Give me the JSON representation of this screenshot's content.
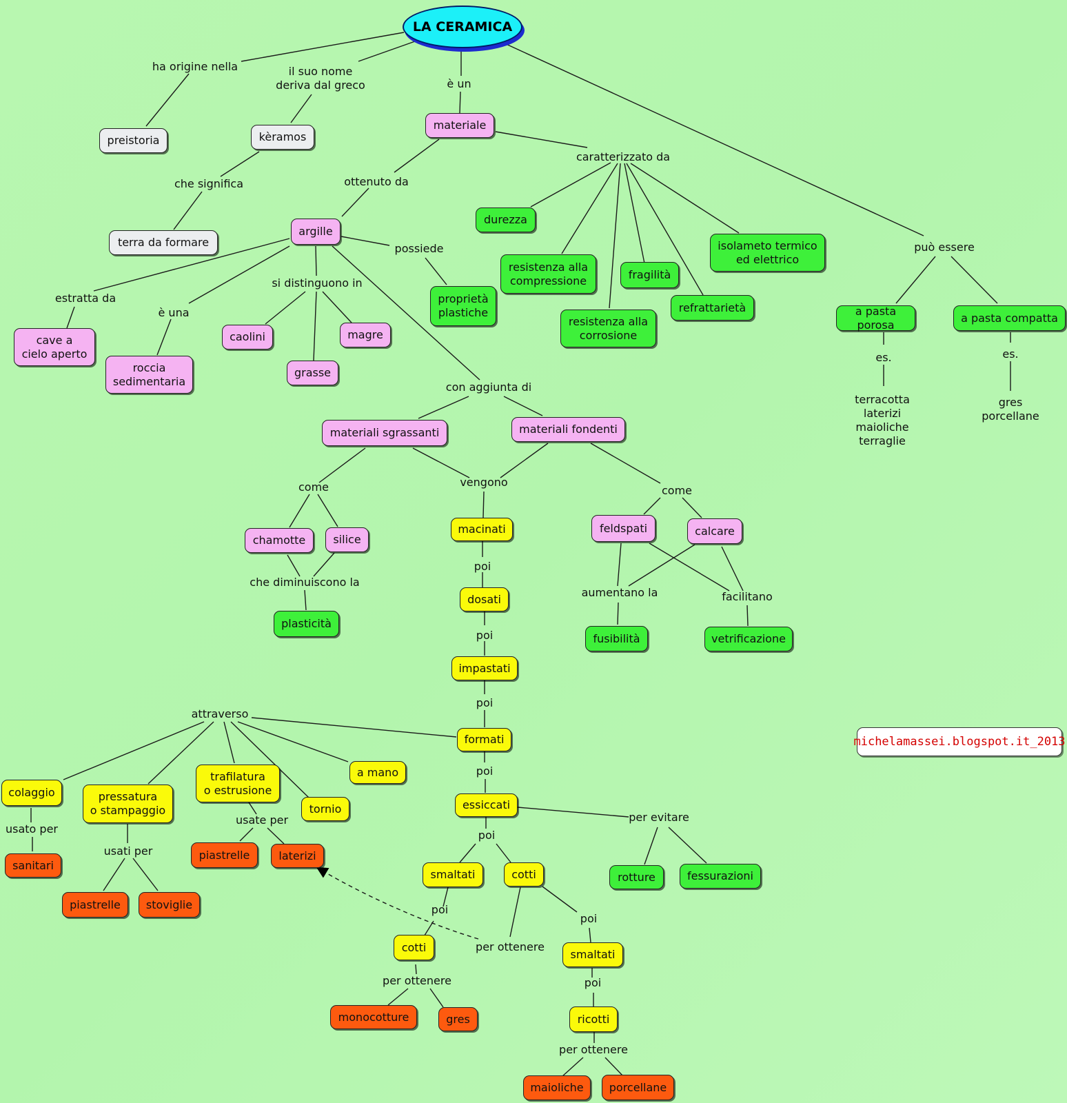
{
  "root": "LA CERAMICA",
  "nodes": {
    "preistoria": "preistoria",
    "keramos": "kèramos",
    "terra_da_formare": "terra da formare",
    "materiale": "materiale",
    "argille": "argille",
    "durezza": "durezza",
    "resistenza_compressione": "resistenza alla\ncompressione",
    "resistenza_corrosione": "resistenza alla\ncorrosione",
    "fragilita": "fragilità",
    "refrattarieta": "refrattarietà",
    "isolamento": "isolameto termico\ned elettrico",
    "proprieta_plastiche": "proprietà\nplastiche",
    "cave": "cave a\ncielo aperto",
    "roccia": "roccia\nsedimentaria",
    "caolini": "caolini",
    "magre": "magre",
    "grasse": "grasse",
    "pasta_porosa": "a pasta porosa",
    "pasta_compatta": "a pasta compatta",
    "materiali_sgrassanti": "materiali sgrassanti",
    "materiali_fondenti": "materiali fondenti",
    "chamotte": "chamotte",
    "silice": "silice",
    "plasticita": "plasticità",
    "macinati": "macinati",
    "dosati": "dosati",
    "impastati": "impastati",
    "formati": "formati",
    "essiccati": "essiccati",
    "feldspati": "feldspati",
    "calcare": "calcare",
    "fusibilita": "fusibilità",
    "vetrificazione": "vetrificazione",
    "colaggio": "colaggio",
    "pressatura": "pressatura\no stampaggio",
    "trafilatura": "trafilatura\no estrusione",
    "tornio": "tornio",
    "a_mano": "a mano",
    "sanitari": "sanitari",
    "piastrelle_1": "piastrelle",
    "stoviglie": "stoviglie",
    "piastrelle_2": "piastrelle",
    "laterizi": "laterizi",
    "smaltati_1": "smaltati",
    "cotti_1": "cotti",
    "cotti_2": "cotti",
    "smaltati_2": "smaltati",
    "ricotti": "ricotti",
    "monocotture": "monocotture",
    "gres": "gres",
    "maioliche": "maioliche",
    "porcellane": "porcellane",
    "rotture": "rotture",
    "fessurazioni": "fessurazioni"
  },
  "labels": {
    "ha_origine": "ha origine nella",
    "suo_nome": "il suo nome\nderiva dal greco",
    "e_un": "è un",
    "che_significa": "che significa",
    "ottenuto_da": "ottenuto da",
    "caratterizzato_da": "caratterizzato da",
    "puo_essere": "può essere",
    "possiede": "possiede",
    "estratta_da": "estratta da",
    "e_una": "è una",
    "si_distinguono": "si distinguono in",
    "es_1": "es.",
    "es_2": "es.",
    "esempi_porosa": "terracotta\nlaterizi\nmaioliche\nterraglie",
    "esempi_compatta": "gres\nporcellane",
    "con_aggiunta": "con aggiunta di",
    "come_1": "come",
    "vengono": "vengono",
    "come_2": "come",
    "che_diminuiscono": "che diminuiscono la",
    "aumentano": "aumentano la",
    "facilitano": "facilitano",
    "poi_1": "poi",
    "poi_2": "poi",
    "poi_3": "poi",
    "poi_4": "poi",
    "poi_5": "poi",
    "poi_6": "poi",
    "poi_7": "poi",
    "poi_8": "poi",
    "attraverso": "attraverso",
    "usato_per": "usato per",
    "usati_per": "usati per",
    "usate_per": "usate per",
    "per_evitare": "per evitare",
    "per_ottenere_1": "per ottenere",
    "per_ottenere_2": "per ottenere",
    "per_ottenere_3": "per ottenere"
  },
  "footer": "michelamassei.blogspot.it_2013",
  "colors": {
    "background": "#b5f6af",
    "root": "#1cf0f8",
    "gray_node": "#eceef0",
    "pink_node": "#f5b3f2",
    "green_node": "#3ef03a",
    "yellow_node": "#fafa0a",
    "orange_node": "#fd5a0f",
    "footer_text": "#d40000"
  }
}
